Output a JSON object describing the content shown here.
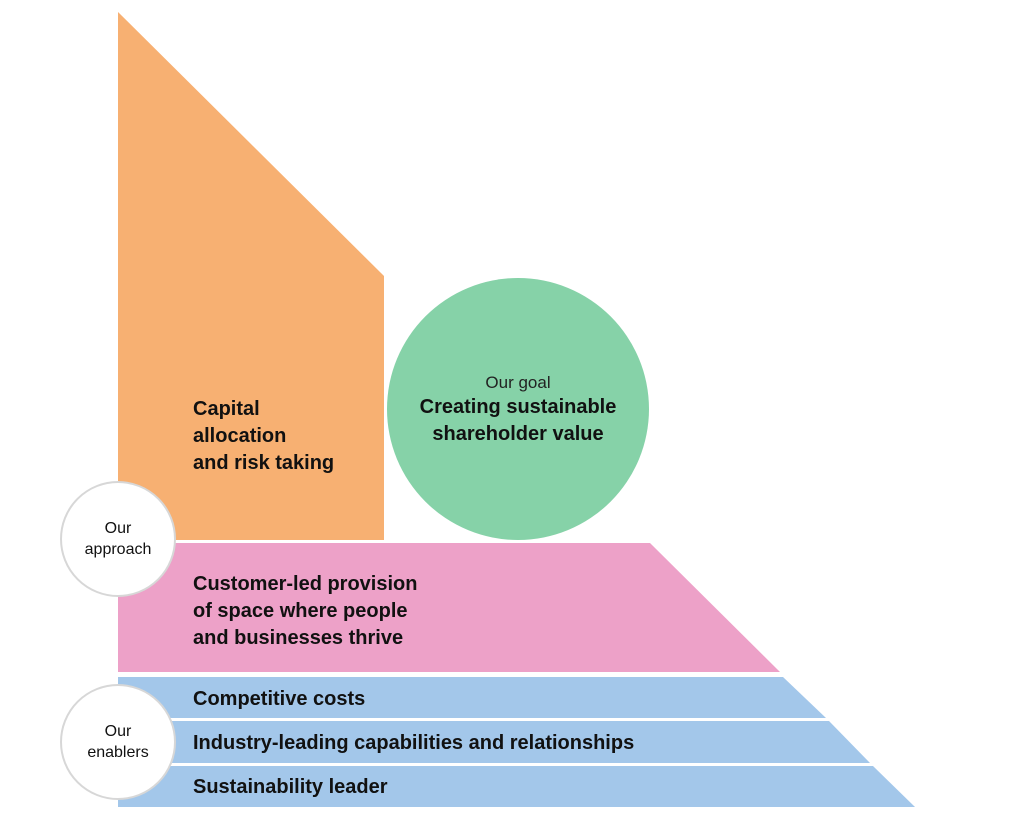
{
  "colors": {
    "approach_orange": "#F7B072",
    "goal_green": "#86D2A8",
    "provision_pink": "#EDA1C8",
    "enablers_blue": "#A3C7EA",
    "badge_border": "#D7D7D7",
    "badge_fill": "#FFFFFF"
  },
  "capital": {
    "lines": [
      "Capital",
      "allocation",
      "and risk taking"
    ]
  },
  "goal": {
    "caption": "Our goal",
    "lines": [
      "Creating sustainable",
      "shareholder value"
    ]
  },
  "provision": {
    "lines": [
      "Customer-led provision",
      "of space where people",
      "and businesses thrive"
    ]
  },
  "enablers": {
    "items": [
      "Competitive costs",
      "Industry-leading capabilities and relationships",
      "Sustainability leader"
    ]
  },
  "badges": {
    "approach": [
      "Our",
      "approach"
    ],
    "enablers": [
      "Our",
      "enablers"
    ]
  }
}
